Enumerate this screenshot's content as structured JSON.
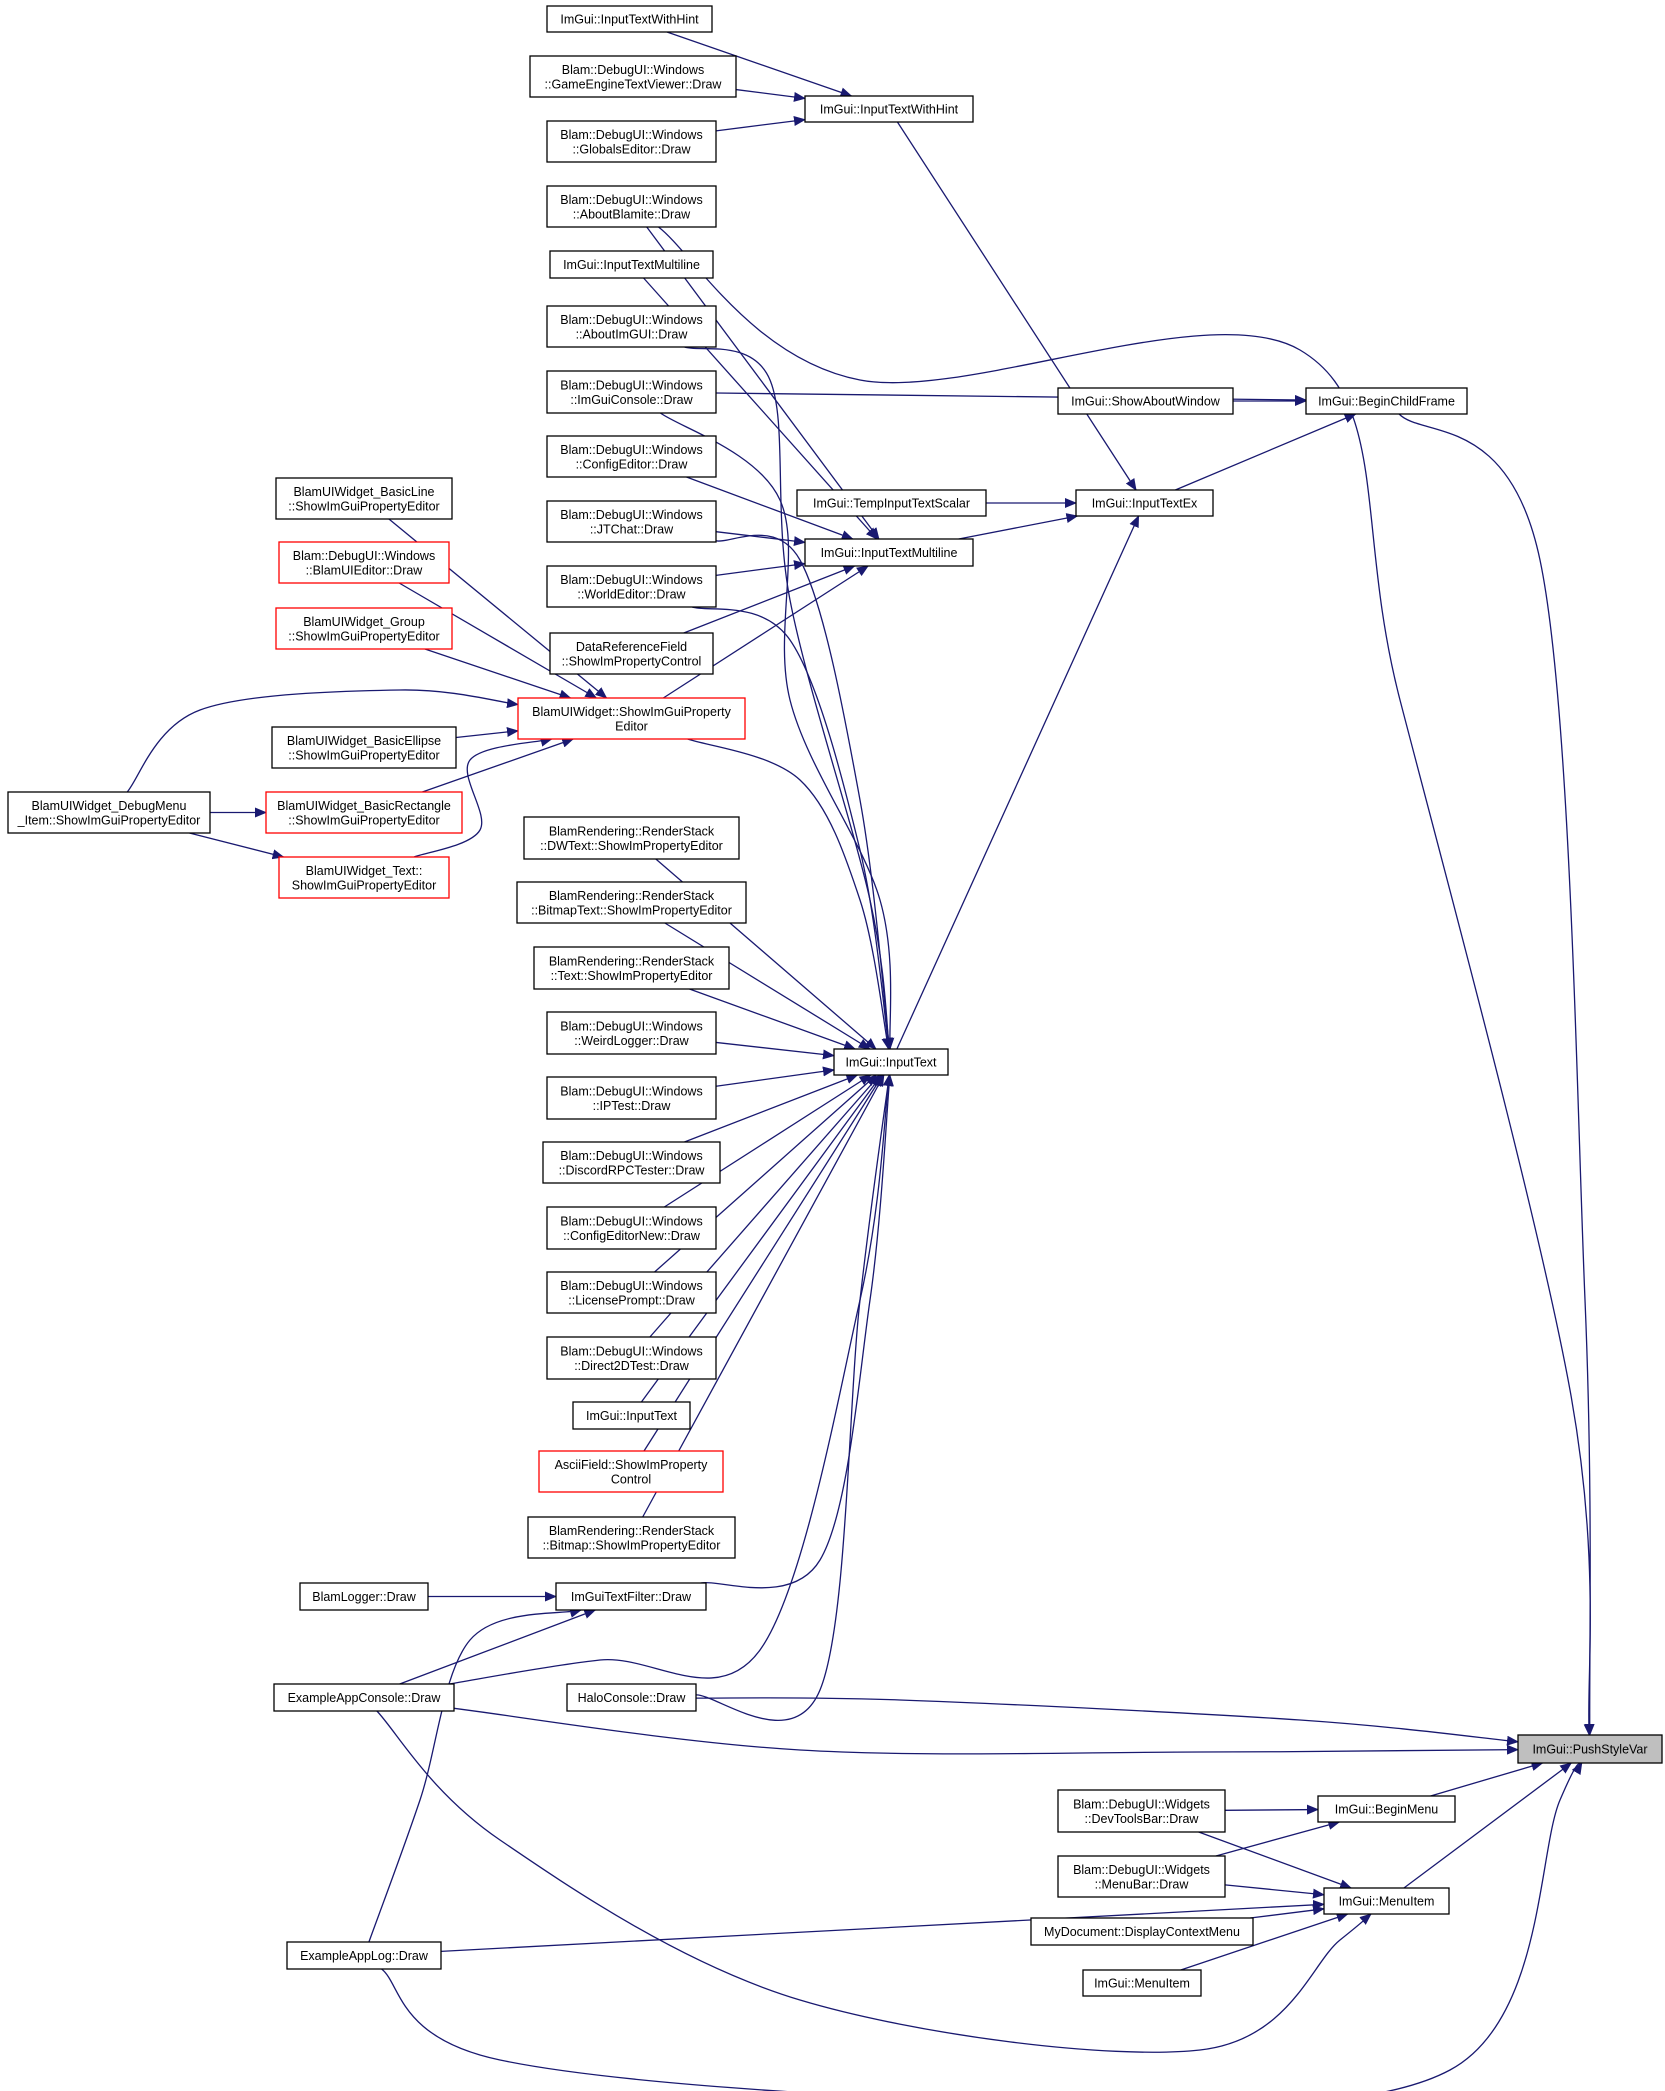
{
  "graph": {
    "focus_node": "ImGui::PushStyleVar",
    "nodes": [
      {
        "id": "push_style_var",
        "lines": [
          "ImGui::PushStyleVar"
        ],
        "focus": true
      },
      {
        "id": "input_text_with_hint_caller",
        "lines": [
          "ImGui::InputTextWithHint"
        ]
      },
      {
        "id": "game_engine_text_viewer",
        "lines": [
          "Blam::DebugUI::Windows",
          "::GameEngineTextViewer::Draw"
        ]
      },
      {
        "id": "globals_editor",
        "lines": [
          "Blam::DebugUI::Windows",
          "::GlobalsEditor::Draw"
        ]
      },
      {
        "id": "input_text_with_hint",
        "lines": [
          "ImGui::InputTextWithHint"
        ]
      },
      {
        "id": "about_blamite",
        "lines": [
          "Blam::DebugUI::Windows",
          "::AboutBlamite::Draw"
        ]
      },
      {
        "id": "input_text_multiline_caller",
        "lines": [
          "ImGui::InputTextMultiline"
        ]
      },
      {
        "id": "about_imgui",
        "lines": [
          "Blam::DebugUI::Windows",
          "::AboutImGUI::Draw"
        ]
      },
      {
        "id": "imgui_console",
        "lines": [
          "Blam::DebugUI::Windows",
          "::ImGuiConsole::Draw"
        ]
      },
      {
        "id": "show_about_window",
        "lines": [
          "ImGui::ShowAboutWindow"
        ]
      },
      {
        "id": "begin_child_frame",
        "lines": [
          "ImGui::BeginChildFrame"
        ]
      },
      {
        "id": "config_editor",
        "lines": [
          "Blam::DebugUI::Windows",
          "::ConfigEditor::Draw"
        ]
      },
      {
        "id": "basic_line",
        "lines": [
          "BlamUIWidget_BasicLine",
          "::ShowImGuiPropertyEditor"
        ]
      },
      {
        "id": "jtchat",
        "lines": [
          "Blam::DebugUI::Windows",
          "::JTChat::Draw"
        ]
      },
      {
        "id": "temp_input_text_scalar",
        "lines": [
          "ImGui::TempInputTextScalar"
        ]
      },
      {
        "id": "input_text_ex",
        "lines": [
          "ImGui::InputTextEx"
        ]
      },
      {
        "id": "blam_ui_editor",
        "lines": [
          "Blam::DebugUI::Windows",
          "::BlamUIEditor::Draw"
        ],
        "truncated": true
      },
      {
        "id": "input_text_multiline",
        "lines": [
          "ImGui::InputTextMultiline"
        ]
      },
      {
        "id": "world_editor",
        "lines": [
          "Blam::DebugUI::Windows",
          "::WorldEditor::Draw"
        ]
      },
      {
        "id": "widget_group",
        "lines": [
          "BlamUIWidget_Group",
          "::ShowImGuiPropertyEditor"
        ],
        "truncated": true
      },
      {
        "id": "data_reference_field",
        "lines": [
          "DataReferenceField",
          "::ShowImPropertyControl"
        ]
      },
      {
        "id": "widget_show_editor",
        "lines": [
          "BlamUIWidget::ShowImGuiProperty",
          "Editor"
        ],
        "truncated": true
      },
      {
        "id": "basic_ellipse",
        "lines": [
          "BlamUIWidget_BasicEllipse",
          "::ShowImGuiPropertyEditor"
        ]
      },
      {
        "id": "debug_menu_item",
        "lines": [
          "BlamUIWidget_DebugMenu",
          "_Item::ShowImGuiPropertyEditor"
        ]
      },
      {
        "id": "basic_rectangle",
        "lines": [
          "BlamUIWidget_BasicRectangle",
          "::ShowImGuiPropertyEditor"
        ],
        "truncated": true
      },
      {
        "id": "dwtext",
        "lines": [
          "BlamRendering::RenderStack",
          "::DWText::ShowImPropertyEditor"
        ]
      },
      {
        "id": "widget_text",
        "lines": [
          "BlamUIWidget_Text::",
          "ShowImGuiPropertyEditor"
        ],
        "truncated": true
      },
      {
        "id": "bitmap_text",
        "lines": [
          "BlamRendering::RenderStack",
          "::BitmapText::ShowImPropertyEditor"
        ]
      },
      {
        "id": "rs_text",
        "lines": [
          "BlamRendering::RenderStack",
          "::Text::ShowImPropertyEditor"
        ]
      },
      {
        "id": "weird_logger",
        "lines": [
          "Blam::DebugUI::Windows",
          "::WeirdLogger::Draw"
        ]
      },
      {
        "id": "input_text",
        "lines": [
          "ImGui::InputText"
        ]
      },
      {
        "id": "iptest",
        "lines": [
          "Blam::DebugUI::Windows",
          "::IPTest::Draw"
        ]
      },
      {
        "id": "discord_rpc",
        "lines": [
          "Blam::DebugUI::Windows",
          "::DiscordRPCTester::Draw"
        ]
      },
      {
        "id": "config_editor_new",
        "lines": [
          "Blam::DebugUI::Windows",
          "::ConfigEditorNew::Draw"
        ]
      },
      {
        "id": "license_prompt",
        "lines": [
          "Blam::DebugUI::Windows",
          "::LicensePrompt::Draw"
        ]
      },
      {
        "id": "direct2d_test",
        "lines": [
          "Blam::DebugUI::Windows",
          "::Direct2DTest::Draw"
        ]
      },
      {
        "id": "input_text_caller",
        "lines": [
          "ImGui::InputText"
        ]
      },
      {
        "id": "ascii_field",
        "lines": [
          "AsciiField::ShowImProperty",
          "Control"
        ],
        "truncated": true
      },
      {
        "id": "rs_bitmap",
        "lines": [
          "BlamRendering::RenderStack",
          "::Bitmap::ShowImPropertyEditor"
        ]
      },
      {
        "id": "blam_logger",
        "lines": [
          "BlamLogger::Draw"
        ]
      },
      {
        "id": "text_filter",
        "lines": [
          "ImGuiTextFilter::Draw"
        ]
      },
      {
        "id": "example_app_console",
        "lines": [
          "ExampleAppConsole::Draw"
        ]
      },
      {
        "id": "halo_console",
        "lines": [
          "HaloConsole::Draw"
        ]
      },
      {
        "id": "dev_tools_bar",
        "lines": [
          "Blam::DebugUI::Widgets",
          "::DevToolsBar::Draw"
        ]
      },
      {
        "id": "begin_menu",
        "lines": [
          "ImGui::BeginMenu"
        ]
      },
      {
        "id": "menu_bar",
        "lines": [
          "Blam::DebugUI::Widgets",
          "::MenuBar::Draw"
        ]
      },
      {
        "id": "menu_item",
        "lines": [
          "ImGui::MenuItem"
        ]
      },
      {
        "id": "display_context_menu",
        "lines": [
          "MyDocument::DisplayContextMenu"
        ]
      },
      {
        "id": "example_app_log",
        "lines": [
          "ExampleAppLog::Draw"
        ]
      },
      {
        "id": "menu_item_caller",
        "lines": [
          "ImGui::MenuItem"
        ]
      }
    ],
    "edges": [
      [
        "input_text_with_hint_caller",
        "input_text_with_hint"
      ],
      [
        "game_engine_text_viewer",
        "input_text_with_hint"
      ],
      [
        "globals_editor",
        "input_text_with_hint"
      ],
      [
        "input_text_with_hint",
        "input_text_ex"
      ],
      [
        "about_blamite",
        "input_text_multiline"
      ],
      [
        "about_blamite",
        "push_style_var"
      ],
      [
        "input_text_multiline_caller",
        "input_text_multiline"
      ],
      [
        "about_imgui",
        "input_text"
      ],
      [
        "imgui_console",
        "input_text"
      ],
      [
        "imgui_console",
        "begin_child_frame"
      ],
      [
        "show_about_window",
        "begin_child_frame"
      ],
      [
        "begin_child_frame",
        "push_style_var"
      ],
      [
        "config_editor",
        "input_text_multiline"
      ],
      [
        "jtchat",
        "input_text_multiline"
      ],
      [
        "jtchat",
        "input_text"
      ],
      [
        "world_editor",
        "input_text_multiline"
      ],
      [
        "world_editor",
        "input_text"
      ],
      [
        "data_reference_field",
        "input_text_multiline"
      ],
      [
        "temp_input_text_scalar",
        "input_text_ex"
      ],
      [
        "input_text_multiline",
        "input_text_ex"
      ],
      [
        "input_text_ex",
        "begin_child_frame"
      ],
      [
        "input_text",
        "input_text_ex"
      ],
      [
        "basic_line",
        "widget_show_editor"
      ],
      [
        "blam_ui_editor",
        "widget_show_editor"
      ],
      [
        "widget_group",
        "widget_show_editor"
      ],
      [
        "basic_ellipse",
        "widget_show_editor"
      ],
      [
        "debug_menu_item",
        "widget_show_editor"
      ],
      [
        "debug_menu_item",
        "basic_rectangle"
      ],
      [
        "debug_menu_item",
        "widget_text"
      ],
      [
        "basic_rectangle",
        "widget_show_editor"
      ],
      [
        "widget_text",
        "widget_show_editor"
      ],
      [
        "widget_show_editor",
        "input_text_multiline"
      ],
      [
        "widget_show_editor",
        "input_text"
      ],
      [
        "dwtext",
        "input_text"
      ],
      [
        "bitmap_text",
        "input_text"
      ],
      [
        "rs_text",
        "input_text"
      ],
      [
        "weird_logger",
        "input_text"
      ],
      [
        "iptest",
        "input_text"
      ],
      [
        "discord_rpc",
        "input_text"
      ],
      [
        "config_editor_new",
        "input_text"
      ],
      [
        "license_prompt",
        "input_text"
      ],
      [
        "direct2d_test",
        "input_text"
      ],
      [
        "input_text_caller",
        "input_text"
      ],
      [
        "ascii_field",
        "input_text"
      ],
      [
        "rs_bitmap",
        "input_text"
      ],
      [
        "text_filter",
        "input_text"
      ],
      [
        "halo_console",
        "input_text"
      ],
      [
        "halo_console",
        "push_style_var"
      ],
      [
        "blam_logger",
        "text_filter"
      ],
      [
        "example_app_console",
        "text_filter"
      ],
      [
        "example_app_console",
        "input_text"
      ],
      [
        "example_app_console",
        "push_style_var"
      ],
      [
        "example_app_console",
        "menu_item"
      ],
      [
        "example_app_log",
        "text_filter"
      ],
      [
        "example_app_log",
        "menu_item"
      ],
      [
        "example_app_log",
        "push_style_var"
      ],
      [
        "dev_tools_bar",
        "begin_menu"
      ],
      [
        "dev_tools_bar",
        "menu_item"
      ],
      [
        "menu_bar",
        "begin_menu"
      ],
      [
        "menu_bar",
        "menu_item"
      ],
      [
        "begin_menu",
        "push_style_var"
      ],
      [
        "display_context_menu",
        "menu_item"
      ],
      [
        "menu_item_caller",
        "menu_item"
      ],
      [
        "menu_item",
        "push_style_var"
      ]
    ]
  },
  "colors": {
    "edge": "#191970",
    "node_border": "#000000",
    "truncated_border": "#ff0000",
    "focus_fill": "#bfbfbf"
  }
}
